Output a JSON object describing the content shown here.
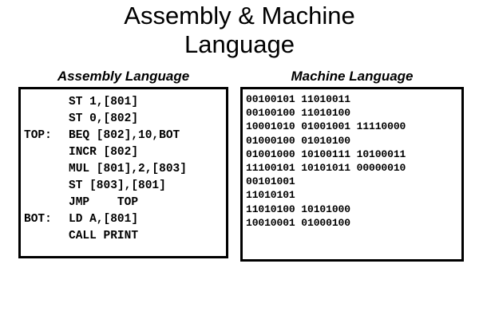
{
  "slide": {
    "title": "Assembly & Machine\nLanguage",
    "background_color": "#ffffff",
    "text_color": "#000000",
    "border_color": "#000000"
  },
  "columns": {
    "assembly": {
      "header": "Assembly Language",
      "lines": [
        {
          "label": "",
          "instruction": "ST 1,[801]"
        },
        {
          "label": "",
          "instruction": "ST 0,[802]"
        },
        {
          "label": "TOP:",
          "instruction": "BEQ [802],10,BOT"
        },
        {
          "label": "",
          "instruction": "INCR [802]"
        },
        {
          "label": "",
          "instruction": "MUL [801],2,[803]"
        },
        {
          "label": "",
          "instruction": "ST [803],[801]"
        },
        {
          "label": "",
          "instruction": "JMP    TOP"
        },
        {
          "label": "BOT:",
          "instruction": "LD A,[801]"
        },
        {
          "label": "",
          "instruction": "CALL PRINT"
        }
      ]
    },
    "machine": {
      "header": "Machine Language",
      "lines": [
        "00100101 11010011",
        "00100100 11010100",
        "10001010 01001001 11110000",
        "01000100 01010100",
        "01001000 10100111 10100011",
        "11100101 10101011 00000010",
        "00101001",
        "11010101",
        "11010100 10101000",
        "10010001 01000100"
      ]
    }
  }
}
